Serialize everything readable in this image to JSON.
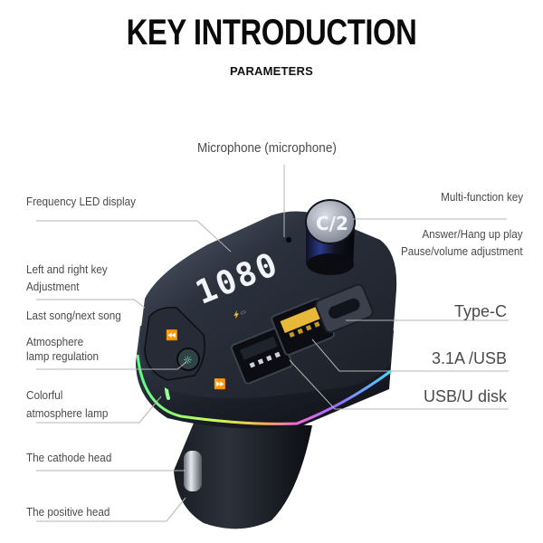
{
  "header": {
    "title": "KEY INTRODUCTION",
    "subtitle": "PARAMETERS"
  },
  "labels": {
    "microphone": "Microphone (microphone)",
    "frequency_display": "Frequency LED display",
    "multi_function_key": "Multi-function key",
    "answer_hangup": "Answer/Hang up play",
    "pause_volume": "Pause/volume adjustment",
    "left_right_key": "Left and right key",
    "adjustment": "Adjustment",
    "last_next_song": "Last song/next song",
    "atmosphere_1": "Atmosphere",
    "atmosphere_2": "lamp regulation",
    "type_c": "Type-C",
    "usb_31a": "3.1A /USB",
    "usb_disk": "USB/U disk",
    "colorful_1": "Colorful",
    "colorful_2": "atmosphere lamp",
    "cathode_head": "The cathode head",
    "positive_head": "The positive head"
  },
  "device": {
    "display_value": "1080",
    "knob_text": "C/2",
    "ambient_colors": [
      "#5dff8a",
      "#c8ff5a",
      "#ffb347",
      "#ff6ad5",
      "#9b6bff",
      "#3fd9ff"
    ],
    "body_color": "#1b1f27",
    "usb_qc_color": "#e8b838"
  },
  "colors": {
    "leader_line": "#b5b5b5",
    "label_text": "#4a4a4a",
    "title_text": "#0a0a0a"
  }
}
